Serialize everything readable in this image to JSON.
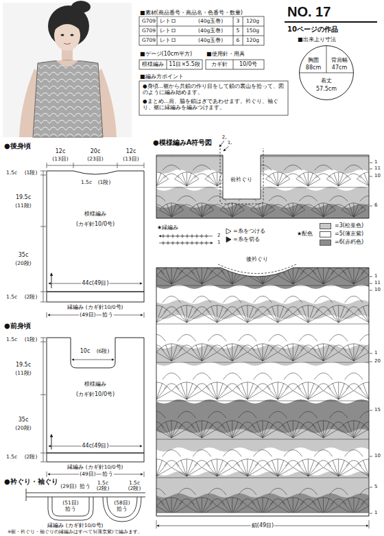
{
  "diagram": {
    "title": "NO. 17",
    "nodes": [
      {
        "text": [
          "胸囲",
          "88cm",
          "背肩幅",
          "47cm",
          "着丈",
          "57.5cm"
        ]
      },
      {
        "text": [
          "模様編み",
          "(カギ針10/0号)"
        ]
      },
      {
        "text": [
          "模様編み",
          "(カギ針10/0号)"
        ]
      }
    ],
    "labels": [
      "■素材(商品番号・商品名・色番号・数量)",
      "G709",
      "レトロ",
      "(40g玉巻)",
      "3",
      "120g",
      "G709",
      "レトロ",
      "(40g玉巻)",
      "5",
      "150g",
      "G709",
      "レトロ",
      "(40g玉巻)",
      "6",
      "120g",
      "10ページの作品",
      "■出来上り寸法",
      "■ゲージ(10cm平方)",
      "模様編み",
      "11目×5.5段",
      "■使用針・用具",
      "カギ針",
      "10/0号",
      "■編み方ポイント",
      "●身頃…裾から共鎖の作り目をして鎖の裏山を拾って、図のように編み始めます。",
      "●まとめ…肩、脇を鎖はぎであわせます。衿ぐり、袖ぐり、裾に縁編みを編みつけます。",
      "●後身頃",
      "12c",
      "(13目)",
      "20c",
      "(23目)",
      "12c",
      "(13目)",
      "1.5c",
      "(1段)",
      "1.5c",
      "(1段)",
      "19.5c",
      "(11段)",
      "35c",
      "(20段)",
      "44c(49目)",
      "1.5c",
      "(2段)",
      "縁編み (カギ針10/0号)",
      "(49目)",
      "拾う",
      "●前身頃",
      "1.5c",
      "(1段)",
      "10c",
      "(6段)",
      "19.5c",
      "(11段)",
      "35c",
      "(20段)",
      "44c(49目)",
      "1.5c",
      "(2段)",
      "縁編み (カギ針10/0号)",
      "(49目)",
      "拾う",
      "●衿ぐり・袖ぐり",
      "(29目)",
      "拾う",
      "1.5c",
      "(2段)",
      "1.5c",
      "(2段)",
      "(51目)",
      "拾う",
      "(58目)",
      "拾う",
      "縁編み (カギ針10/0号)",
      "※裾・衿ぐり・袖ぐりの縁編みはすべて5(薄京紫)で編みます。",
      "●模様編みA符号図",
      "2",
      "1",
      "前衿ぐり",
      "1",
      "11",
      "10",
      "6",
      "★縁編み",
      "2",
      "1",
      "★配色",
      "後衿ぐり",
      "1",
      "11",
      "10",
      "1",
      "20",
      "15",
      "10",
      "5",
      "1",
      "鎖(49目)"
    ],
    "legend": [
      {
        "text": "=糸をつける"
      },
      {
        "text": "=糸を切る"
      },
      {
        "text": "=3(松葉色)",
        "color": "#c8c8c8"
      },
      {
        "text": "=5(薄京紫)",
        "color": "#ffffff"
      },
      {
        "text": "=6(赤朽色)",
        "color": "#8c8c8c"
      }
    ]
  }
}
